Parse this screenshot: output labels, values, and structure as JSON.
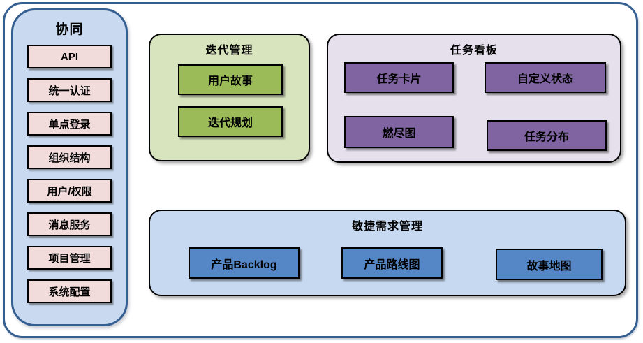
{
  "sidebar": {
    "title": "协同",
    "items": [
      "API",
      "统一认证",
      "单点登录",
      "组织结构",
      "用户/权限",
      "消息服务",
      "项目管理",
      "系统配置"
    ]
  },
  "panels": [
    {
      "title": "迭代管理",
      "items": [
        "用户故事",
        "迭代规划"
      ]
    },
    {
      "title": "任务看板",
      "items": [
        "任务卡片",
        "自定义状态",
        "燃尽图",
        "任务分布"
      ]
    },
    {
      "title": "敏捷需求管理",
      "items": [
        "产品Backlog",
        "产品路线图",
        "故事地图"
      ]
    }
  ],
  "colors": {
    "frame-border": "#365f91",
    "sidebar-bg": "#c9d9f0",
    "pink-box": "#f2dcdb",
    "green-panel": "#d7e4bd",
    "green-box": "#9bbb59",
    "purple-panel": "#e5e0ec",
    "purple-box": "#8064a2",
    "blue-panel": "#c6d9f1",
    "blue-box": "#5586c5"
  }
}
